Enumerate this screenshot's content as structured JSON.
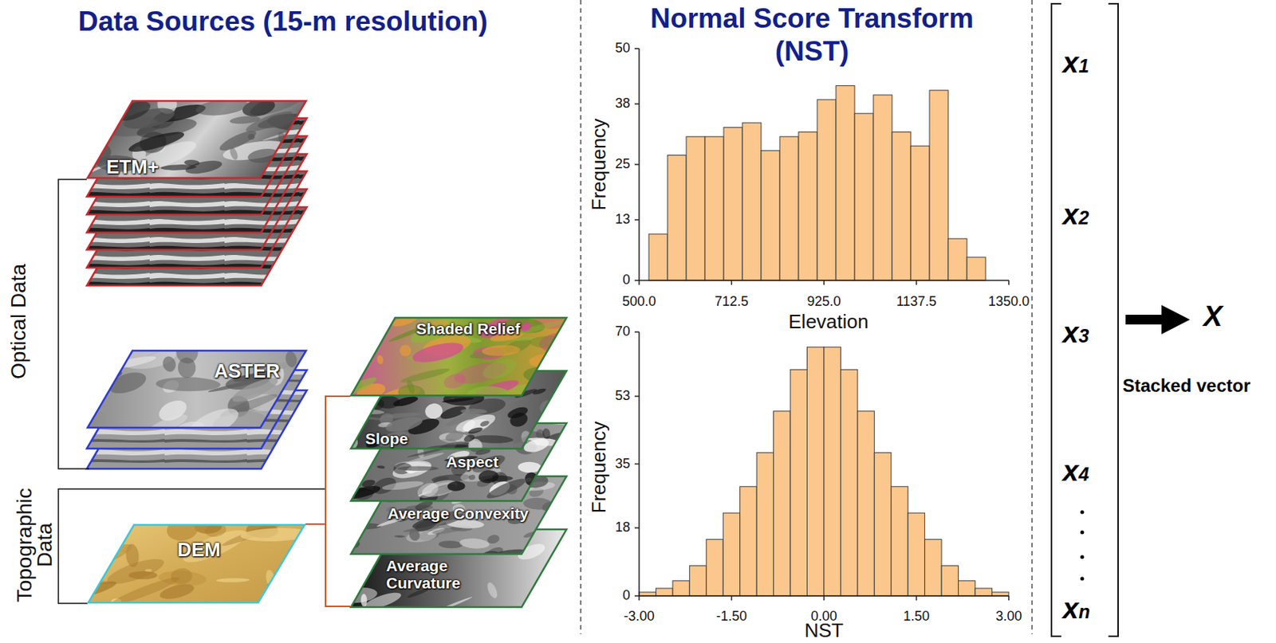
{
  "diagram": {
    "nodes": [
      {
        "text": [
          "ETM+"
        ]
      },
      {
        "text": [
          "ASTER"
        ]
      },
      {
        "text": [
          "DEM"
        ]
      },
      {
        "text": [
          "Shaded Relief"
        ]
      },
      {
        "text": [
          "Slope"
        ]
      },
      {
        "text": [
          "Aspect"
        ]
      },
      {
        "text": [
          "Average Convexity"
        ]
      },
      {
        "text": [
          "Average Curvature"
        ]
      }
    ],
    "labels": [
      "Data Sources (15-m resolution)",
      "Normal Score Transform (NST)",
      "Optical Data",
      "Topographic Data",
      "50",
      "38",
      "25",
      "13",
      "0",
      "Frequency",
      "500.0",
      "712.5",
      "925.0",
      "1137.5",
      "1350.0",
      "Elevation",
      "70",
      "53",
      "35",
      "18",
      "0",
      "Frequency",
      "-3.00",
      "-1.50",
      "0.00",
      "1.50",
      "3.00",
      "NST",
      "x1",
      "x2",
      "x3",
      "x4",
      "xn",
      "X",
      "Stacked vector"
    ]
  }
}
